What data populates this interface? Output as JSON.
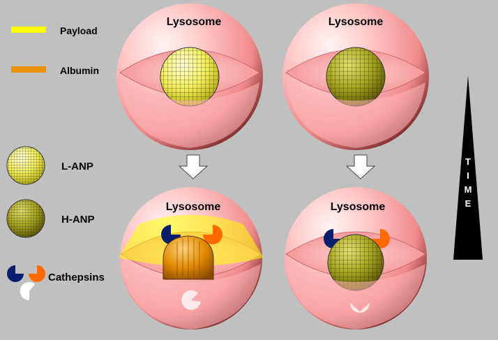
{
  "legend": {
    "payload_label": "Payload",
    "albumin_label": "Albumin",
    "l_anp_label": "L-ANP",
    "h_anp_label": "H-ANP",
    "cathepsins_label": "Cathepsins"
  },
  "lysosome_label": "Lysosome",
  "time_label": [
    "T",
    "I",
    "M",
    "E"
  ],
  "colors": {
    "background": "#c0c0c0",
    "payload": "#ffff00",
    "albumin": "#e8900a",
    "l_anp_fill": "#f4f05a",
    "h_anp_fill": "#a9a41c",
    "cathepsin_navy": "#0a1e6e",
    "cathepsin_orange": "#ff6a00",
    "cathepsin_white": "#ffffff",
    "lysosome_light": "#ffe6e6",
    "lysosome_mid": "#ff9a9a",
    "lysosome_dark": "#3a0000",
    "time_wedge": "#000000"
  }
}
